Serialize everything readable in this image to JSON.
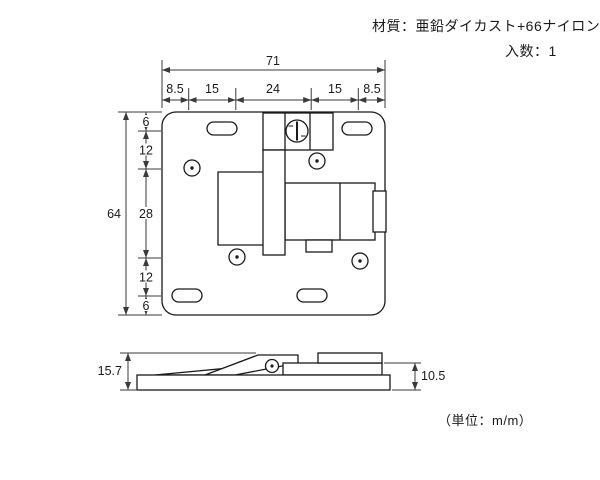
{
  "header": {
    "material": "材質：亜鉛ダイカスト+66ナイロン",
    "quantity": "入数：1"
  },
  "unit_note": "（単位：m/m）",
  "front_view": {
    "dim_width_total": "71",
    "dim_width_segments": [
      "8.5",
      "15",
      "24",
      "15",
      "8.5"
    ],
    "dim_height_total": "64",
    "dim_height_segments": [
      "6",
      "12",
      "28",
      "12",
      "6"
    ]
  },
  "side_view": {
    "dim_height_left": "15.7",
    "dim_height_right": "10.5"
  }
}
